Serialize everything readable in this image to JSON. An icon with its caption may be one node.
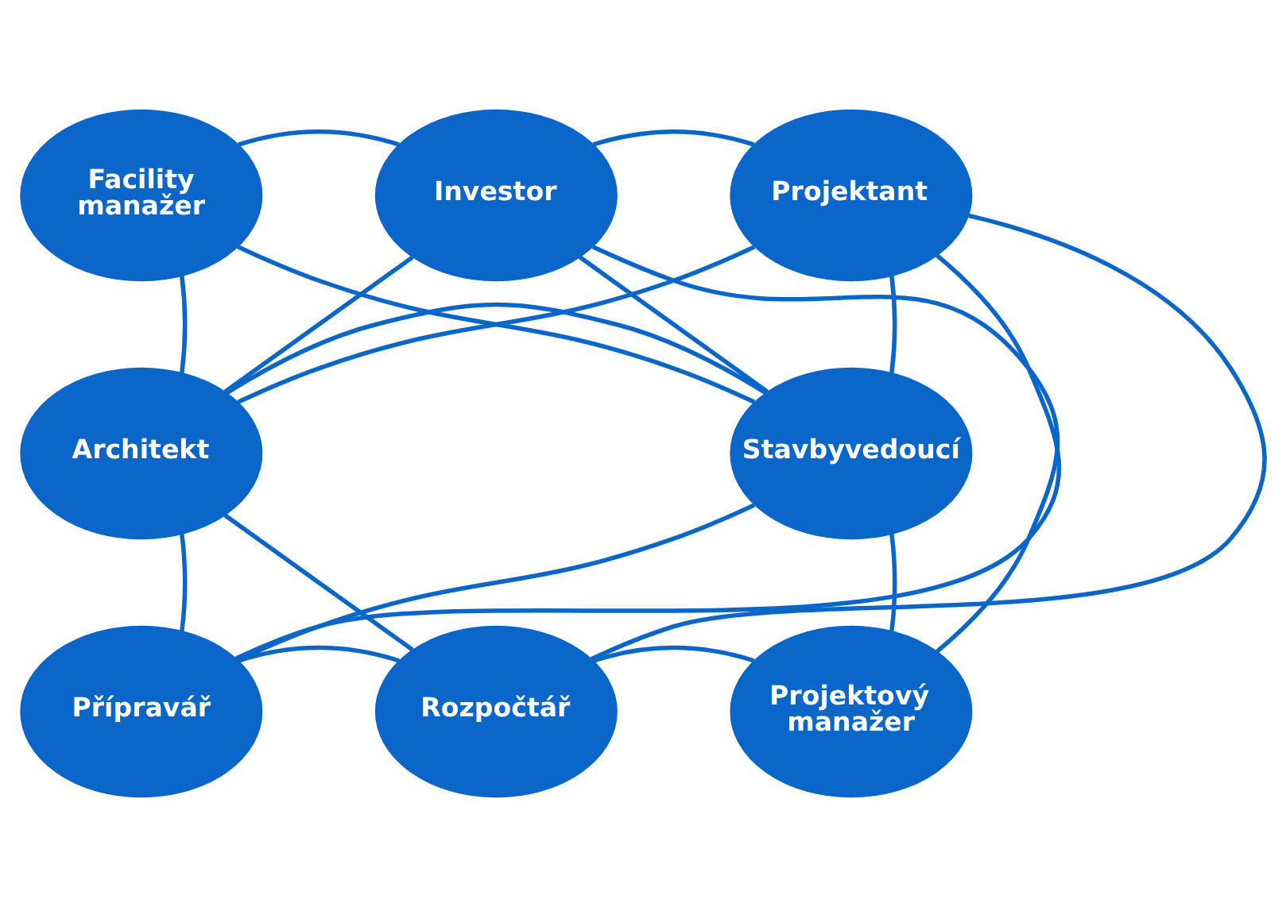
{
  "diagram": {
    "nodes": [
      {
        "text": [
          "Facility manažer"
        ]
      },
      {
        "text": [
          "Investor"
        ]
      },
      {
        "text": [
          "Projektant"
        ]
      },
      {
        "text": [
          "Architekt"
        ]
      },
      {
        "text": [
          "Stavbyvedoucí"
        ]
      },
      {
        "text": [
          "Přípravář"
        ]
      },
      {
        "text": [
          "Rozpočtář"
        ]
      },
      {
        "text": [
          "Projektový manažer"
        ]
      }
    ],
    "edges": [
      {
        "from": 0,
        "to": 1,
        "arrow": "none"
      },
      {
        "from": 1,
        "to": 2,
        "arrow": "none"
      },
      {
        "from": 0,
        "to": 3,
        "arrow": "none"
      },
      {
        "from": 2,
        "to": 4,
        "arrow": "none"
      },
      {
        "from": 3,
        "to": 4,
        "arrow": "none"
      },
      {
        "from": 4,
        "to": 7,
        "arrow": "none"
      },
      {
        "from": 3,
        "to": 5,
        "arrow": "none"
      },
      {
        "from": 5,
        "to": 6,
        "arrow": "none"
      },
      {
        "from": 6,
        "to": 7,
        "arrow": "none"
      },
      {
        "from": 0,
        "to": 4,
        "arrow": "none"
      },
      {
        "from": 1,
        "to": 3,
        "arrow": "none"
      },
      {
        "from": 1,
        "to": 4,
        "arrow": "none"
      },
      {
        "from": 1,
        "to": 7,
        "arrow": "none"
      },
      {
        "from": 2,
        "to": 3,
        "arrow": "none"
      },
      {
        "from": 2,
        "to": 5,
        "arrow": "none"
      },
      {
        "from": 2,
        "to": 6,
        "arrow": "none"
      },
      {
        "from": 3,
        "to": 6,
        "arrow": "none"
      },
      {
        "from": 4,
        "to": 5,
        "arrow": "none"
      }
    ]
  }
}
